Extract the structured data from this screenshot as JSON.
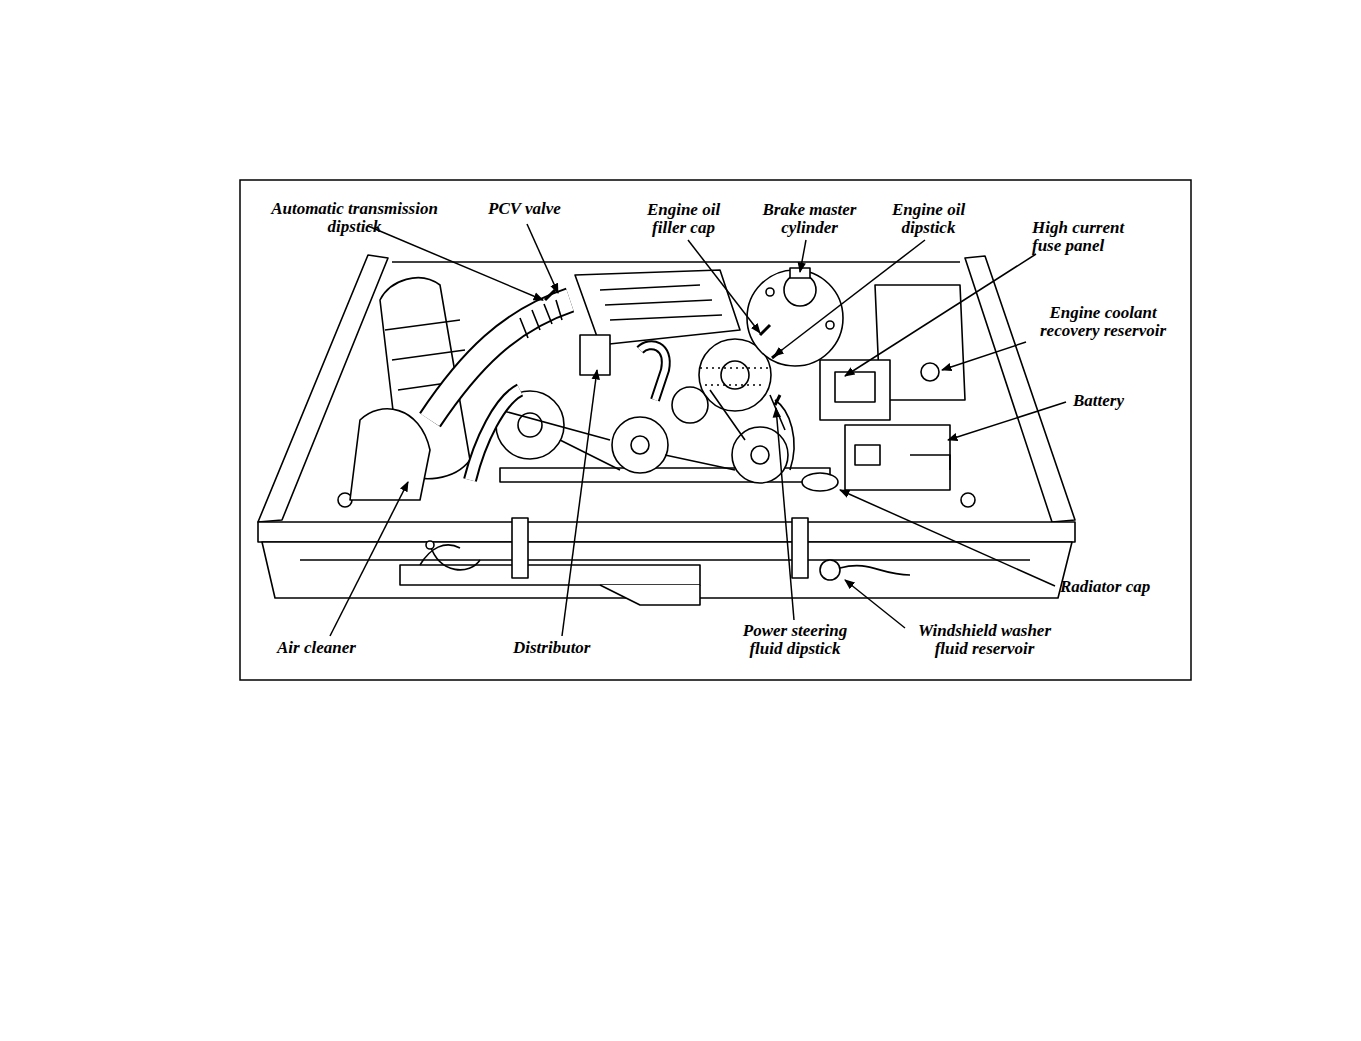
{
  "diagram": {
    "labels": [
      "Automatic transmission dipstick",
      "PCV valve",
      "Engine oil filler cap",
      "Brake master cylinder",
      "Engine oil dipstick",
      "High current fuse panel",
      "Engine coolant recovery reservoir",
      "Battery",
      "Radiator cap",
      "Windshield washer fluid reservoir",
      "Power steering fluid dipstick",
      "Distributor",
      "Air cleaner"
    ]
  }
}
